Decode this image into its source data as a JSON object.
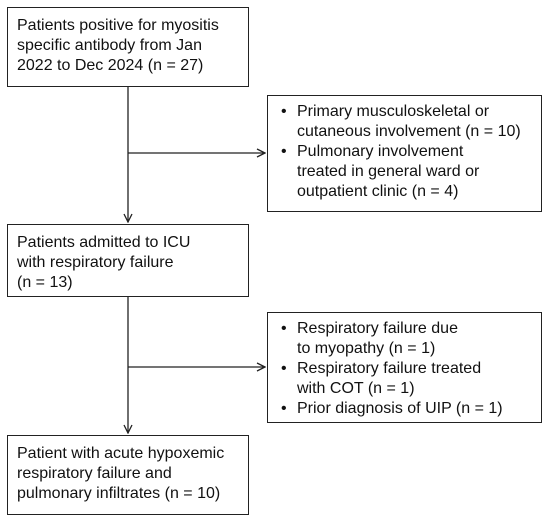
{
  "flowchart": {
    "main_boxes": [
      {
        "lines": [
          "Patients positive for myositis",
          "specific antibody from Jan",
          "2022 to Dec 2024 (n = 27)"
        ]
      },
      {
        "lines": [
          "Patients admitted to ICU",
          "with respiratory failure",
          "(n = 13)"
        ]
      },
      {
        "lines": [
          "Patient with acute hypoxemic",
          "respiratory failure and",
          "pulmonary infiltrates (n = 10)"
        ]
      }
    ],
    "exclusion_boxes": [
      {
        "items": [
          {
            "lines": [
              "Primary musculoskeletal or",
              "cutaneous involvement (n = 10)"
            ]
          },
          {
            "lines": [
              "Pulmonary involvement",
              "treated in general ward or",
              "outpatient clinic (n = 4)"
            ]
          }
        ]
      },
      {
        "items": [
          {
            "lines": [
              "Respiratory failure due",
              "to myopathy (n = 1)"
            ]
          },
          {
            "lines": [
              "Respiratory failure treated",
              "with COT (n = 1)"
            ]
          },
          {
            "lines": [
              "Prior diagnosis of UIP (n = 1)"
            ]
          }
        ]
      }
    ],
    "bullet_glyph": "•",
    "line_color": "#222222"
  }
}
